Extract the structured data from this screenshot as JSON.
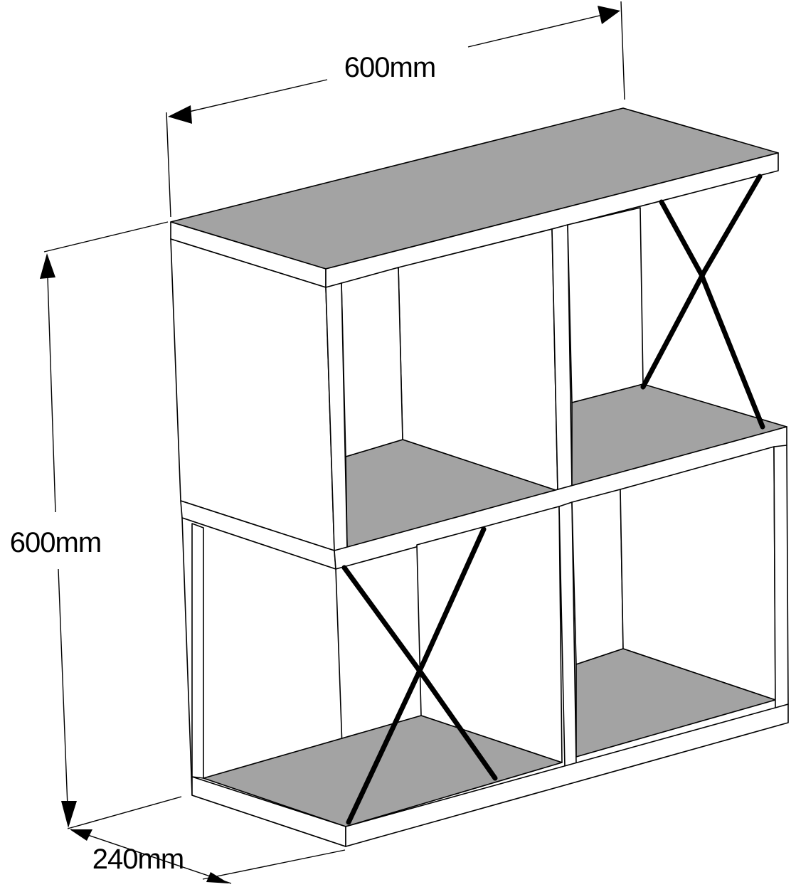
{
  "dimensions": {
    "width": "600mm",
    "height": "600mm",
    "depth": "240mm"
  },
  "colors": {
    "panel_face": "#ffffff",
    "shelf_top": "#a3a3a3",
    "line": "#000000",
    "rod": "#000000"
  }
}
